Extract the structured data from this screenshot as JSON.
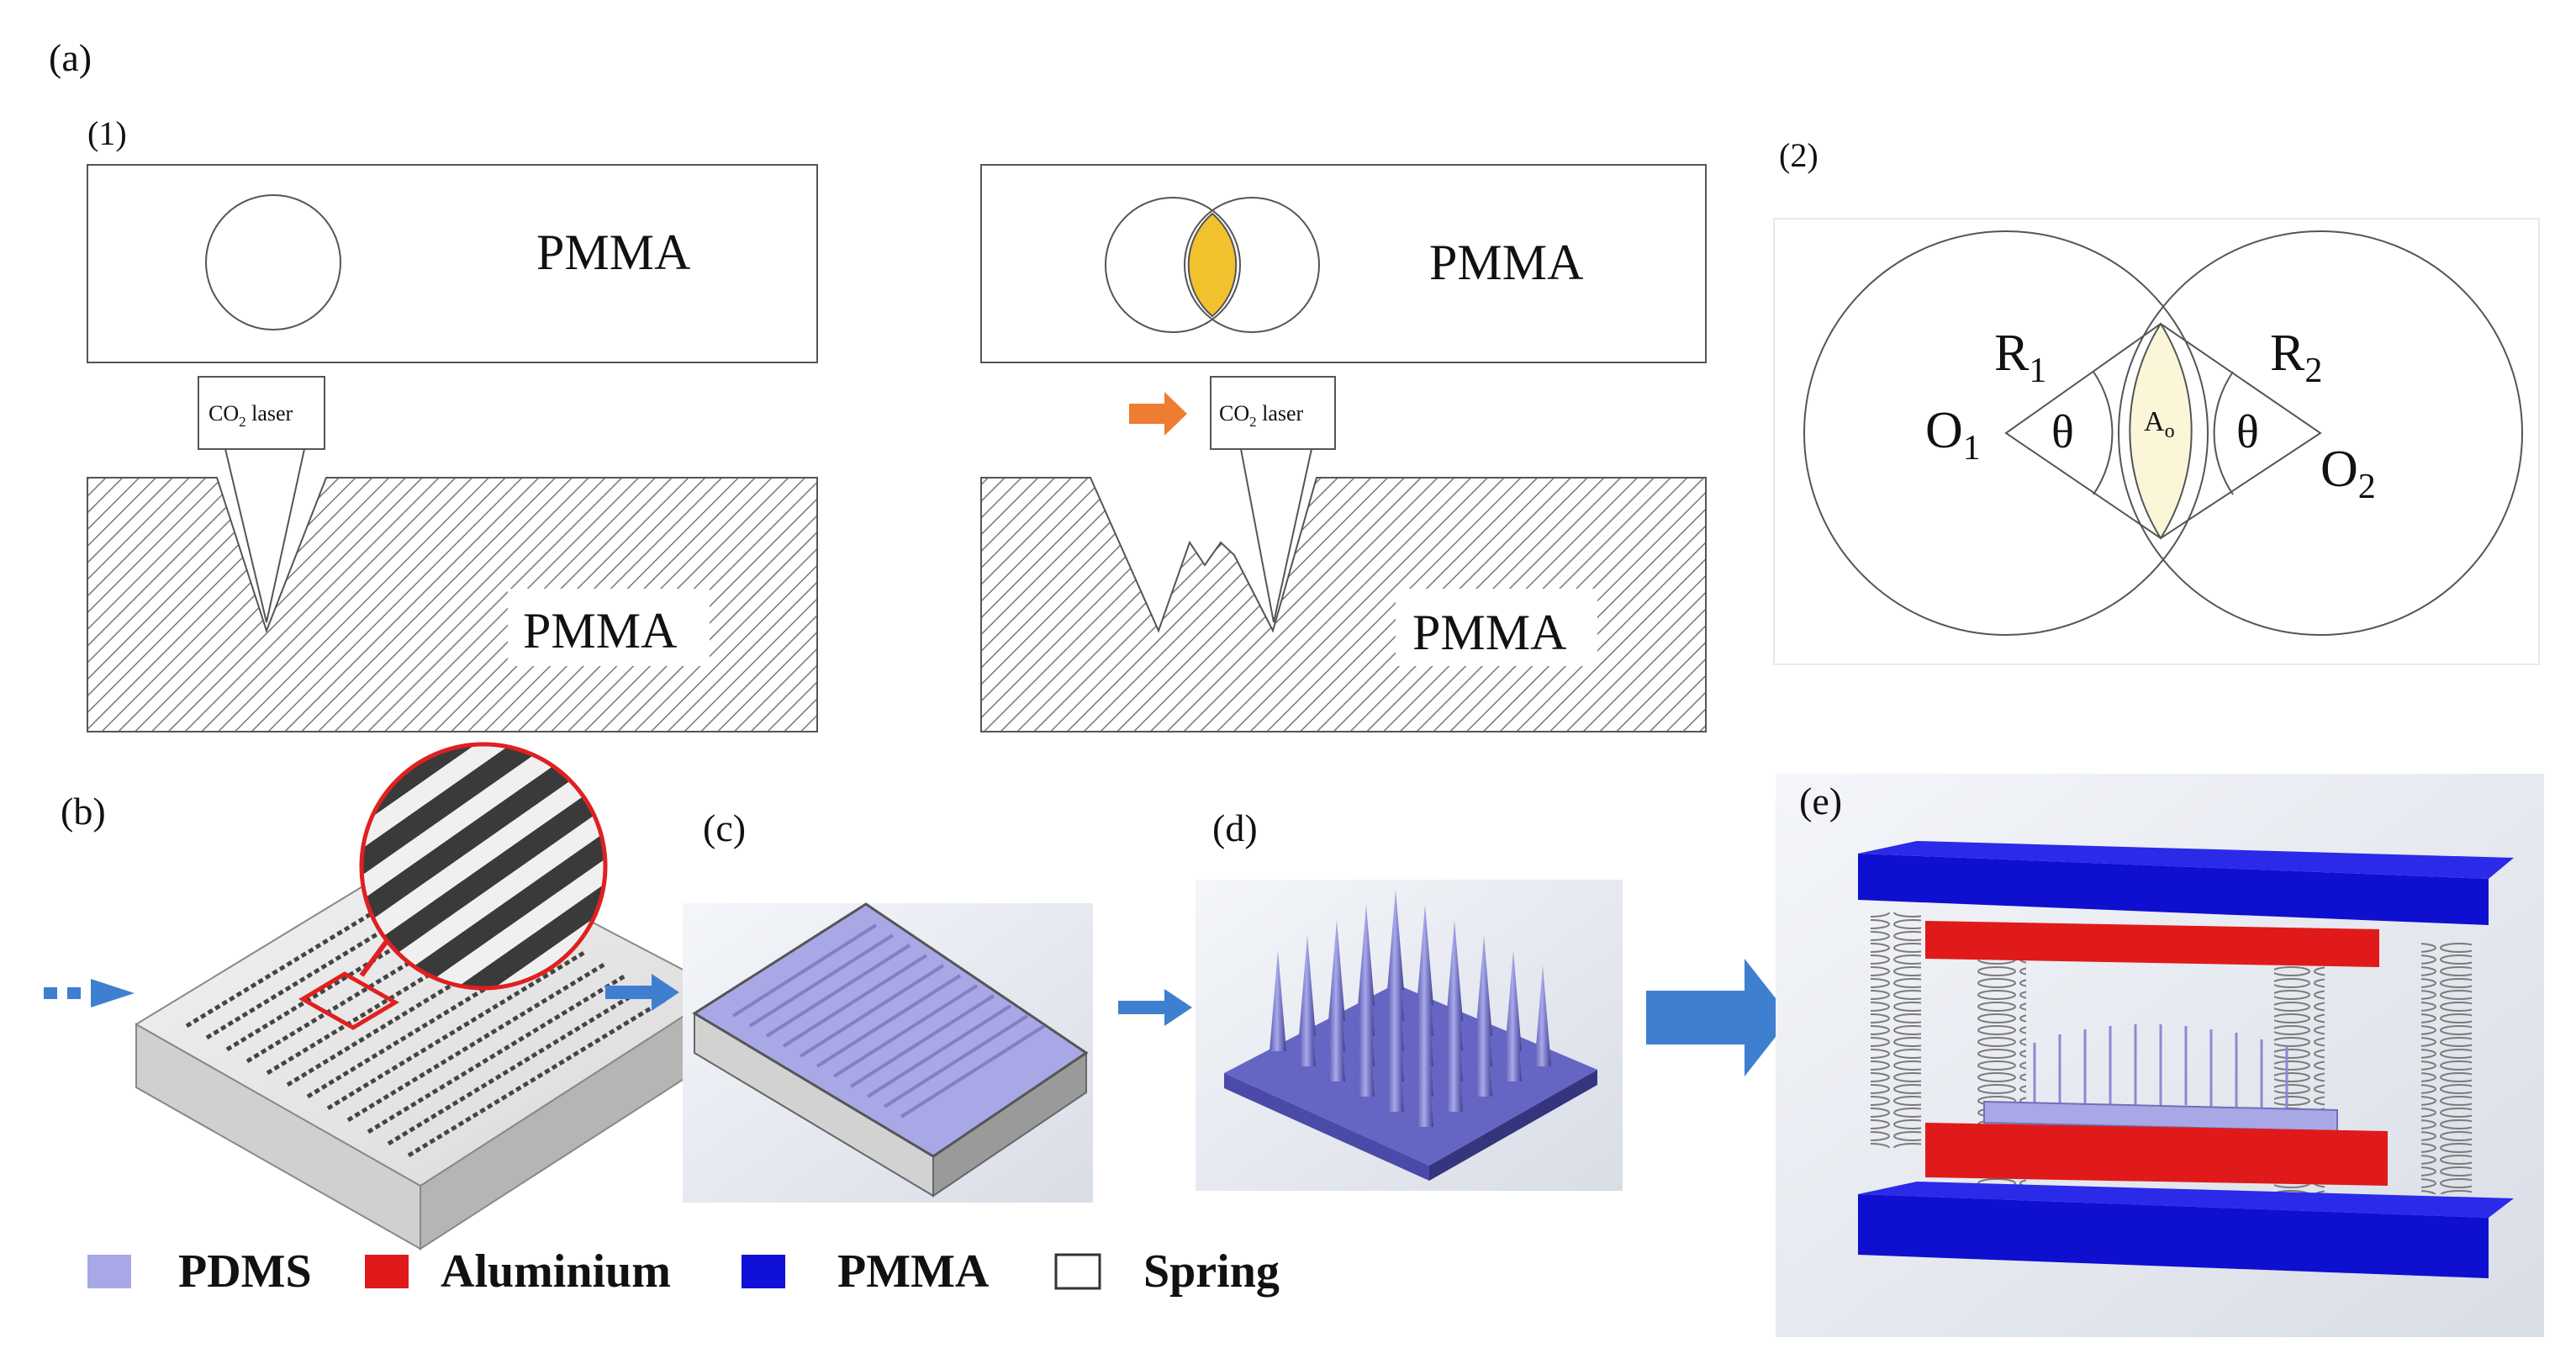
{
  "panel_labels": {
    "a": "(a)",
    "a1": "(1)",
    "a2": "(2)",
    "b": "(b)",
    "c": "(c)",
    "d": "(d)",
    "e": "(e)"
  },
  "laser": {
    "label_main": "CO",
    "label_sub": "2",
    "label_tail": " laser"
  },
  "material": "PMMA",
  "geometry": {
    "r1_main": "R",
    "r1_sub": "1",
    "r2_main": "R",
    "r2_sub": "2",
    "o1_main": "O",
    "o1_sub": "1",
    "o2_main": "O",
    "o2_sub": "2",
    "theta": "θ",
    "area_main": "A",
    "area_sub": "o"
  },
  "legend": [
    {
      "label": "PDMS",
      "color": "#a9a8e6"
    },
    {
      "label": "Aluminium",
      "color": "#e01a1a"
    },
    {
      "label": "PMMA",
      "color": "#1010d8"
    },
    {
      "label": "Spring",
      "color": "#ffffff"
    }
  ],
  "colors": {
    "overlap": "#f2c12e",
    "arrow_orange": "#ee7d31",
    "arrow_blue": "#3f7fd0",
    "highlight_red": "#e02020"
  }
}
